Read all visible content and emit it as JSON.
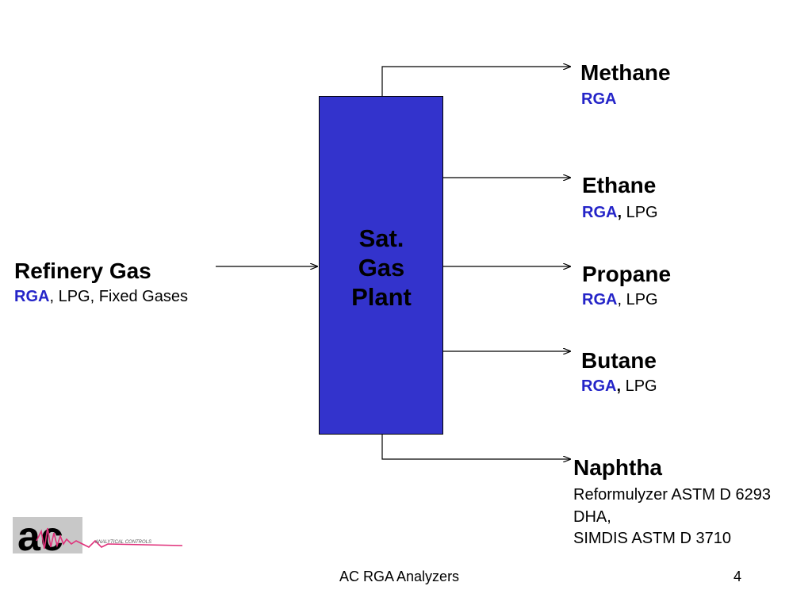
{
  "plant": {
    "line1": "Sat.",
    "line2": "Gas",
    "line3": "Plant"
  },
  "feed": {
    "name": "Refinery Gas",
    "rga": "RGA",
    "rest": ", LPG, Fixed Gases"
  },
  "products": {
    "methane": {
      "name": "Methane",
      "rga": "RGA"
    },
    "ethane": {
      "name": "Ethane",
      "rga": "RGA",
      "sep": ",",
      "rest": " LPG"
    },
    "propane": {
      "name": "Propane",
      "rga": "RGA",
      "sep": ",",
      "rest": " LPG"
    },
    "butane": {
      "name": "Butane",
      "rga": "RGA",
      "sep": ",",
      "rest": " LPG"
    },
    "naphtha": {
      "name": "Naphtha",
      "lines": [
        "Reformulyzer ASTM D 6293",
        "DHA,",
        "SIMDIS ASTM D 3710"
      ]
    }
  },
  "logo": {
    "letters": "ac",
    "tagline": "ANALYTICAL CONTROLS"
  },
  "footer": {
    "title": "AC RGA Analyzers",
    "page": "4"
  },
  "colors": {
    "plant": "#3333cc",
    "rga": "#2424c8",
    "logo_accent": "#e0307a",
    "logo_box": "#c8c8c8"
  }
}
